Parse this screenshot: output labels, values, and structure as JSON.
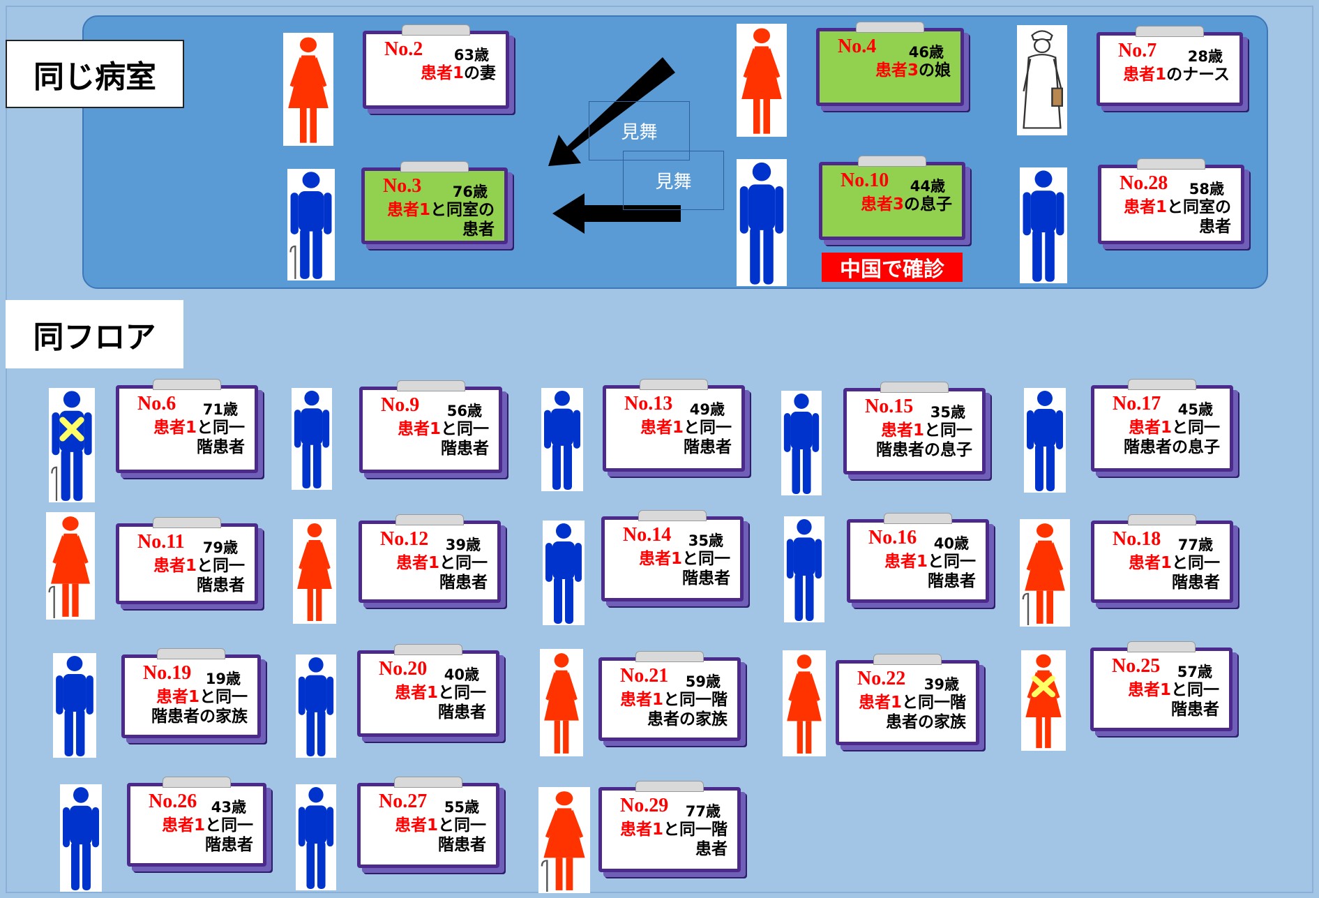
{
  "sections": {
    "same_room": "同じ病室",
    "same_floor": "同フロア"
  },
  "visit_label": "見舞",
  "visit_label_2": "見舞",
  "confirmed_label": "中国で確診",
  "colors": {
    "male": "#0033cc",
    "female": "#ff3300",
    "card_border": "#4b2a8c",
    "card_green": "#92d050",
    "label_red": "#ff0000"
  },
  "persons": [
    {
      "no": "No.2",
      "age": "63歳",
      "parts": [
        [
          "患者1",
          "の妻"
        ]
      ],
      "gender": "female",
      "green": false,
      "cane": false,
      "x": false
    },
    {
      "no": "No.3",
      "age": "76歳",
      "parts": [
        [
          "患者1",
          "と同室の"
        ],
        [
          "",
          "患者"
        ]
      ],
      "gender": "male",
      "green": true,
      "cane": true,
      "x": false
    },
    {
      "no": "No.4",
      "age": "46歳",
      "parts": [
        [
          "患者3",
          "の娘"
        ]
      ],
      "gender": "female",
      "green": true,
      "cane": false,
      "x": false
    },
    {
      "no": "No.10",
      "age": "44歳",
      "parts": [
        [
          "患者3",
          "の息子"
        ]
      ],
      "gender": "male",
      "green": true,
      "cane": false,
      "x": false
    },
    {
      "no": "No.7",
      "age": "28歳",
      "parts": [
        [
          "患者1",
          "のナース"
        ]
      ],
      "gender": "nurse",
      "green": false,
      "cane": false,
      "x": false
    },
    {
      "no": "No.28",
      "age": "58歳",
      "parts": [
        [
          "患者1",
          "と同室の"
        ],
        [
          "",
          "患者"
        ]
      ],
      "gender": "male",
      "green": false,
      "cane": false,
      "x": false
    },
    {
      "no": "No.6",
      "age": "71歳",
      "parts": [
        [
          "患者1",
          "と同一"
        ],
        [
          "",
          "階患者"
        ]
      ],
      "gender": "male",
      "green": false,
      "cane": true,
      "x": true
    },
    {
      "no": "No.9",
      "age": "56歳",
      "parts": [
        [
          "患者1",
          "と同一"
        ],
        [
          "",
          "階患者"
        ]
      ],
      "gender": "male",
      "green": false,
      "cane": false,
      "x": false
    },
    {
      "no": "No.13",
      "age": "49歳",
      "parts": [
        [
          "患者1",
          "と同一"
        ],
        [
          "",
          "階患者"
        ]
      ],
      "gender": "male",
      "green": false,
      "cane": false,
      "x": false
    },
    {
      "no": "No.15",
      "age": "35歳",
      "parts": [
        [
          "患者1",
          "と同一"
        ],
        [
          "",
          "階患者の息子"
        ]
      ],
      "gender": "male",
      "green": false,
      "cane": false,
      "x": false
    },
    {
      "no": "No.17",
      "age": "45歳",
      "parts": [
        [
          "患者1",
          "と同一"
        ],
        [
          "",
          "階患者の息子"
        ]
      ],
      "gender": "male",
      "green": false,
      "cane": false,
      "x": false
    },
    {
      "no": "No.11",
      "age": "79歳",
      "parts": [
        [
          "患者1",
          "と同一"
        ],
        [
          "",
          "階患者"
        ]
      ],
      "gender": "female",
      "green": false,
      "cane": true,
      "x": false
    },
    {
      "no": "No.12",
      "age": "39歳",
      "parts": [
        [
          "患者1",
          "と同一"
        ],
        [
          "",
          "階患者"
        ]
      ],
      "gender": "female",
      "green": false,
      "cane": false,
      "x": false
    },
    {
      "no": "No.14",
      "age": "35歳",
      "parts": [
        [
          "患者1",
          "と同一"
        ],
        [
          "",
          "階患者"
        ]
      ],
      "gender": "male",
      "green": false,
      "cane": false,
      "x": false
    },
    {
      "no": "No.16",
      "age": "40歳",
      "parts": [
        [
          "患者1",
          "と同一"
        ],
        [
          "",
          "階患者"
        ]
      ],
      "gender": "male",
      "green": false,
      "cane": false,
      "x": false
    },
    {
      "no": "No.18",
      "age": "77歳",
      "parts": [
        [
          "患者1",
          "と同一"
        ],
        [
          "",
          "階患者"
        ]
      ],
      "gender": "female",
      "green": false,
      "cane": true,
      "x": false
    },
    {
      "no": "No.19",
      "age": "19歳",
      "parts": [
        [
          "患者1",
          "と同一"
        ],
        [
          "",
          "階患者の家族"
        ]
      ],
      "gender": "male",
      "green": false,
      "cane": false,
      "x": false
    },
    {
      "no": "No.20",
      "age": "40歳",
      "parts": [
        [
          "患者1",
          "と同一"
        ],
        [
          "",
          "階患者"
        ]
      ],
      "gender": "male",
      "green": false,
      "cane": false,
      "x": false
    },
    {
      "no": "No.21",
      "age": "59歳",
      "parts": [
        [
          "患者1",
          "と同一階"
        ],
        [
          "",
          "患者の家族"
        ]
      ],
      "gender": "female",
      "green": false,
      "cane": false,
      "x": false
    },
    {
      "no": "No.22",
      "age": "39歳",
      "parts": [
        [
          "患者1",
          "と同一階"
        ],
        [
          "",
          "患者の家族"
        ]
      ],
      "gender": "female",
      "green": false,
      "cane": false,
      "x": false
    },
    {
      "no": "No.25",
      "age": "57歳",
      "parts": [
        [
          "患者1",
          "と同一"
        ],
        [
          "",
          "階患者"
        ]
      ],
      "gender": "female",
      "green": false,
      "cane": false,
      "x": true
    },
    {
      "no": "No.26",
      "age": "43歳",
      "parts": [
        [
          "患者1",
          "と同一"
        ],
        [
          "",
          "階患者"
        ]
      ],
      "gender": "male",
      "green": false,
      "cane": false,
      "x": false
    },
    {
      "no": "No.27",
      "age": "55歳",
      "parts": [
        [
          "患者1",
          "と同一"
        ],
        [
          "",
          "階患者"
        ]
      ],
      "gender": "male",
      "green": false,
      "cane": false,
      "x": false
    },
    {
      "no": "No.29",
      "age": "77歳",
      "parts": [
        [
          "患者1",
          "と同一階"
        ],
        [
          "",
          "患者"
        ]
      ],
      "gender": "female",
      "green": false,
      "cane": true,
      "x": false
    }
  ]
}
